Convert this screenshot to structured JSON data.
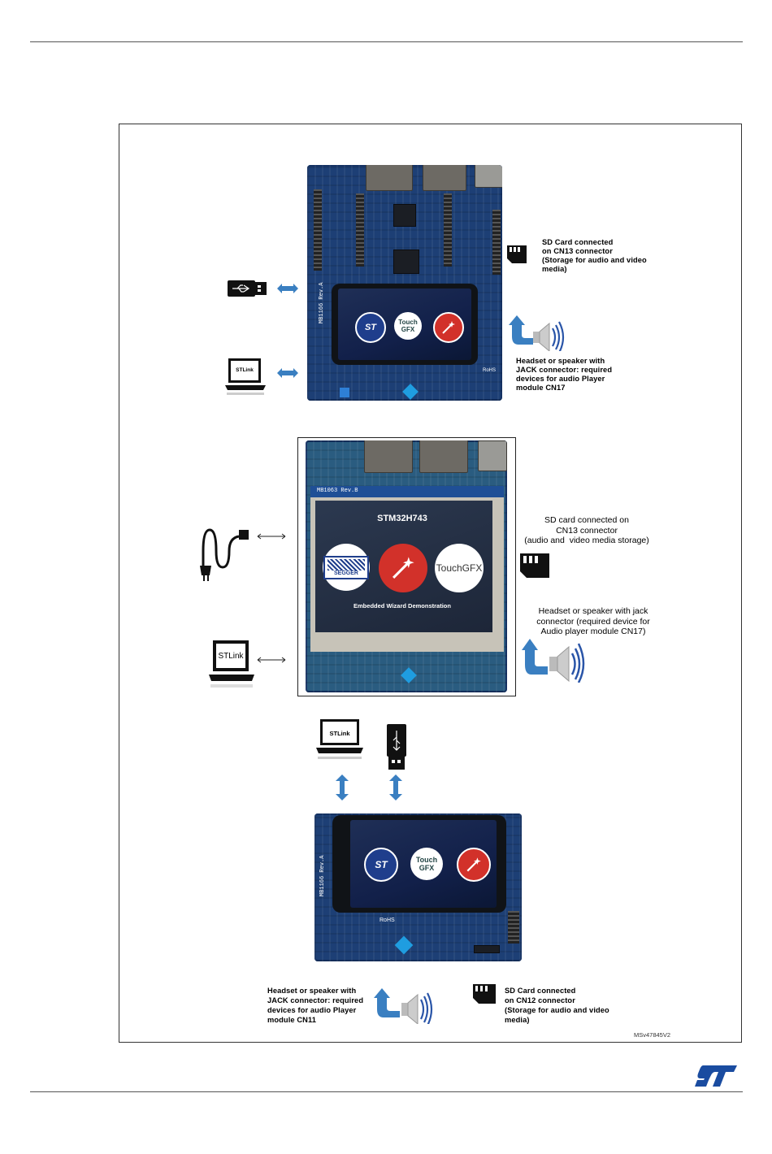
{
  "board1": {
    "sd_caption": "SD Card connected\non CN13 connector\n(Storage for audio and video\nmedia)",
    "audio_caption": "Headset or speaker with\nJACK connector: required\ndevices for audio Player\nmodule CN17",
    "stlink_label": "STLink",
    "silk": "MB1166 Rev.A",
    "screen_icons": [
      "ST",
      "Touch\nGFX"
    ],
    "rohs": "RoHS"
  },
  "board2": {
    "sd_caption": "SD card connected on\nCN13 connector\n(audio and  video media storage)",
    "audio_caption": "Headset or speaker with jack\nconnector (required device for\nAudio player module CN17)",
    "stlink_label": "STLink",
    "silk": "MB1063 Rev.B",
    "screen_title": "STM32H743",
    "segger": "SEGGER",
    "touchgfx": "TouchGFX",
    "screen_footer": "Embedded Wizard Demonstration"
  },
  "board3": {
    "stlink_label": "STLink",
    "silk": "MB1166 Rev.A",
    "screen_icons": [
      "ST",
      "Touch\nGFX"
    ],
    "rohs": "RoHS",
    "audio_caption": "Headset or speaker with\nJACK connector: required\ndevices for audio Player\nmodule CN11",
    "sd_caption": "SD Card connected\non CN12 connector\n(Storage for audio and video\nmedia)"
  },
  "figure_ref": "MSv47845V2",
  "colors": {
    "arrow": "#3a7fc1",
    "board": "#1d3f75",
    "logo": "#1a4ca0"
  }
}
